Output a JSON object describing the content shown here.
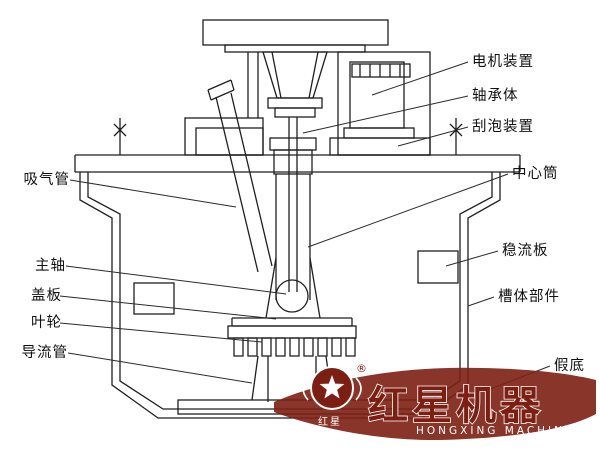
{
  "diagram": {
    "title": "flotation-machine-cross-section",
    "labels": {
      "motor": "电机装置",
      "bearing": "轴承体",
      "scraper": "刮泡装置",
      "center_tube": "中心筒",
      "stabilizer": "稳流板",
      "tank": "槽体部件",
      "false_bottom": "假底",
      "suction": "吸气管",
      "main_shaft": "主轴",
      "cover": "盖板",
      "impeller": "叶轮",
      "guide_tube": "导流管"
    },
    "watermark": {
      "brand_cn": "红星机器",
      "brand_en": "HONGXING MACHINERY",
      "emblem_text": "红星",
      "registered": "®"
    },
    "colors": {
      "line": "#1f1f1f",
      "leader": "#2a2a2a",
      "watermark_red": "#7c1f12",
      "background": "#ffffff"
    }
  }
}
